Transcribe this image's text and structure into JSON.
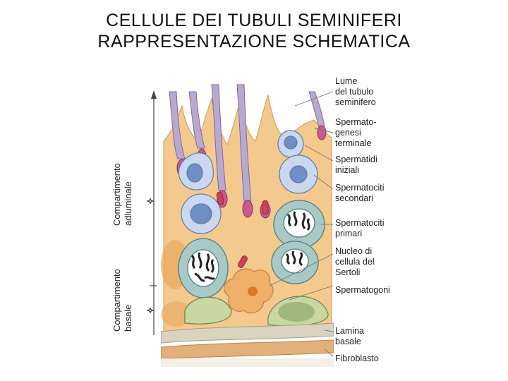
{
  "title": {
    "line1": "CELLULE DEI TUBULI SEMINIFERI",
    "line2": "RAPPRESENTAZIONE  SCHEMATICA"
  },
  "left_labels": {
    "adluminale": [
      "Compartimento",
      "adluminale"
    ],
    "basale": [
      "Compartimento",
      "basale"
    ]
  },
  "labels": [
    {
      "key": "lume",
      "lines": [
        "Lume",
        "del tubulo",
        "seminifero"
      ]
    },
    {
      "key": "spermatogenesi",
      "lines": [
        "Spermato-",
        "genesi",
        "terminale"
      ]
    },
    {
      "key": "spermatidi",
      "lines": [
        "Spermatidi",
        "iniziali"
      ]
    },
    {
      "key": "spermatociti-secondari",
      "lines": [
        "Spermatociti",
        "secondari"
      ]
    },
    {
      "key": "spermatociti-primari",
      "lines": [
        "Spermatociti",
        "primari"
      ]
    },
    {
      "key": "nucleo-sertoli",
      "lines": [
        "Nucleo di",
        "cellula del",
        "Sertoli"
      ]
    },
    {
      "key": "spermatogoni",
      "lines": [
        "Spermatogoni"
      ]
    },
    {
      "key": "lamina",
      "lines": [
        "Lamina",
        "basale"
      ]
    },
    {
      "key": "fibroblasto",
      "lines": [
        "Fibroblasto"
      ]
    }
  ],
  "colors": {
    "sertoli": "#f3c98e",
    "sertoli_dark": "#e8a85a",
    "spermatid": "#c9d8ee",
    "spermatid_nucleus": "#6f8fc4",
    "spermatocyte": "#a9c9c6",
    "spermatogonium": "#c9d7a0",
    "tail": "#b8a9cf",
    "acrosome": "#c75a8e",
    "mito": "#c8435c",
    "lamina": "#d9d3c0",
    "fibroblast": "#e2b07a"
  }
}
